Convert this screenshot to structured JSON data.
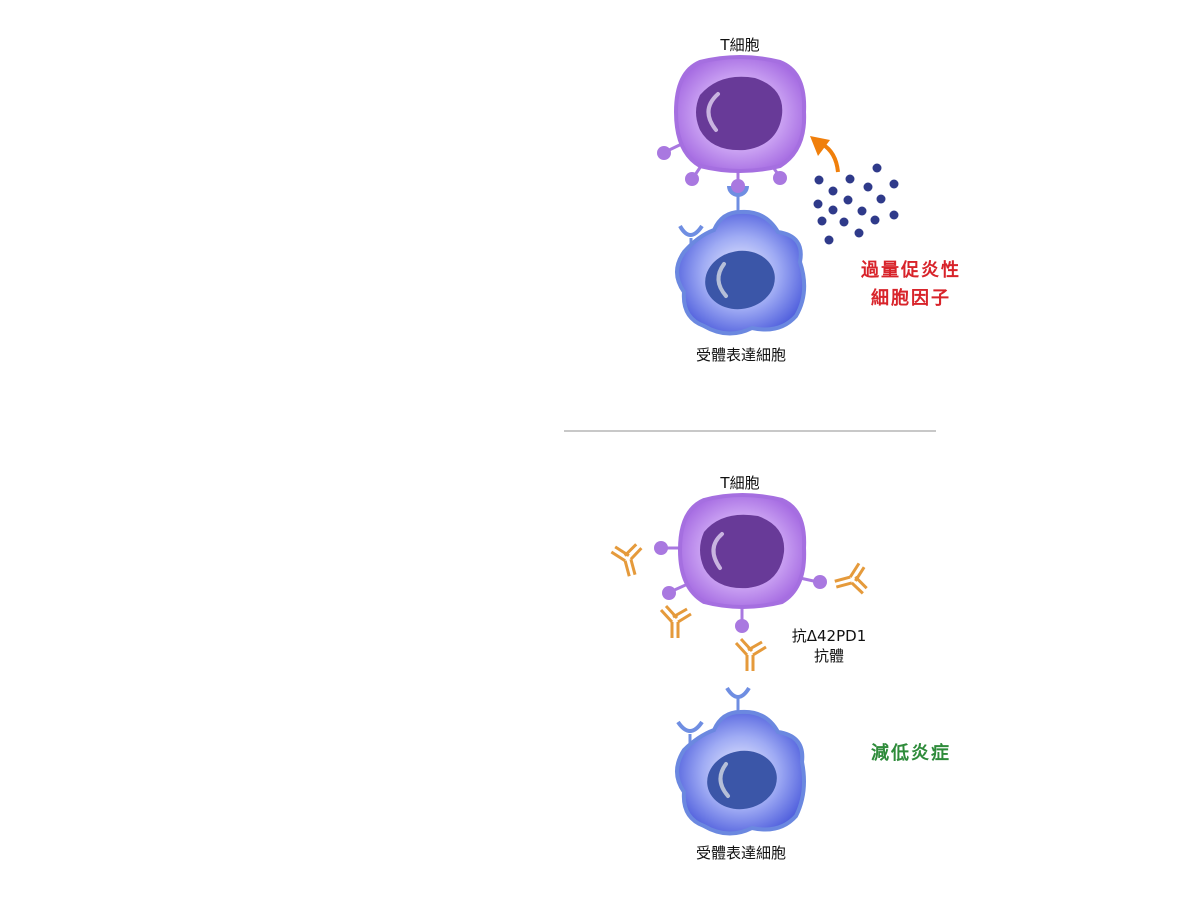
{
  "top_panel": {
    "t_cell_label": "T細胞",
    "receptor_cell_label": "受體表達細胞",
    "cytokine_label_line1": "過量促炎性",
    "cytokine_label_line2": "細胞因子"
  },
  "bottom_panel": {
    "t_cell_label": "T細胞",
    "receptor_cell_label": "受體表達細胞",
    "antibody_label_line1": "抗Δ42PD1",
    "antibody_label_line2": "抗體",
    "outcome_label": "減低炎症"
  },
  "colors": {
    "t_cell_body": "#a66ae0",
    "t_cell_nucleus": "#673a96",
    "receptor_cell_body": "#5b6fe0",
    "receptor_cell_nucleus": "#3a55a6",
    "cytokine_dot": "#2f3a8a",
    "arrow": "#f07f0b",
    "antibody": "#e8a040",
    "warning_text": "#d8232a",
    "outcome_text": "#2e8b3a"
  }
}
